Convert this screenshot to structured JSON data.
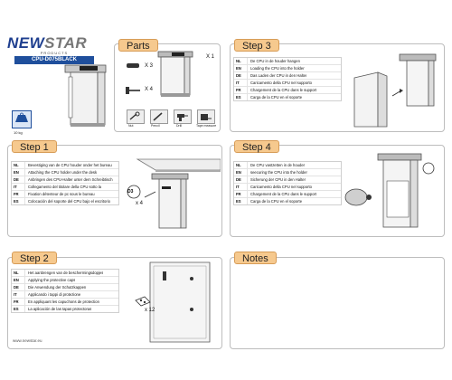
{
  "brand": {
    "name_a": "NEW",
    "name_b": "STAR",
    "subtitle": "PRODUCTS",
    "model": "CPU-D075BLACK",
    "weight": "10 kg",
    "website": "www.newstar.eu"
  },
  "parts": {
    "title": "Parts",
    "qty_holder": "X 1",
    "qty_caps": "X 3",
    "qty_screws": "X 4"
  },
  "tools": [
    "Nut",
    "Pencil",
    "Drill",
    "Tape measure"
  ],
  "step1": {
    "title": "Step 1",
    "rows": [
      {
        "code": "NL",
        "text": "Bevestiging van de CPU houder onder het bureau"
      },
      {
        "code": "EN",
        "text": "Attaching the CPU holder under the desk"
      },
      {
        "code": "DE",
        "text": "Anbringen des CPU-Halter unter dem Schreibtisch"
      },
      {
        "code": "IT",
        "text": "Collegamento del titolare della CPU sotto la"
      },
      {
        "code": "FR",
        "text": "Fixation détenteur de pc sous le bureau"
      },
      {
        "code": "ES",
        "text": "Colocación del soporte del CPU bajo el escritorio"
      }
    ],
    "callout": "D3",
    "qty": "x 4"
  },
  "step2": {
    "title": "Step 2",
    "rows": [
      {
        "code": "NL",
        "text": "Het aanbrengen van de beschermingsdopjes"
      },
      {
        "code": "EN",
        "text": "Applying the protective caps"
      },
      {
        "code": "DE",
        "text": "Die Anwendung der Schutzkappen"
      },
      {
        "code": "IT",
        "text": "Applicando i tappi di protezione"
      },
      {
        "code": "FR",
        "text": "En appliquant les capuchons de protection"
      },
      {
        "code": "ES",
        "text": "La aplicación de las tapas protectoras"
      }
    ],
    "qty": "x 12"
  },
  "step3": {
    "title": "Step 3",
    "rows": [
      {
        "code": "NL",
        "text": "De CPU in de houder hangen"
      },
      {
        "code": "EN",
        "text": "Loading the CPU into the holder"
      },
      {
        "code": "DE",
        "text": "Das Laden der CPU in den Halter"
      },
      {
        "code": "IT",
        "text": "Caricamento della CPU nel supporto"
      },
      {
        "code": "FR",
        "text": "Chargement de la CPU dans le support"
      },
      {
        "code": "ES",
        "text": "Carga de la CPU en el soporte"
      }
    ]
  },
  "step4": {
    "title": "Step 4",
    "rows": [
      {
        "code": "NL",
        "text": "De CPU vastzetten in de houder"
      },
      {
        "code": "EN",
        "text": "seecuring the CPU into the holder"
      },
      {
        "code": "DE",
        "text": "Sicherung der CPU in den Halter"
      },
      {
        "code": "IT",
        "text": "Caricamento della CPU nel supporto"
      },
      {
        "code": "FR",
        "text": "Chargement de la CPU dans le support"
      },
      {
        "code": "ES",
        "text": "Carga de la CPU en el soporte"
      }
    ]
  },
  "notes": {
    "title": "Notes"
  }
}
